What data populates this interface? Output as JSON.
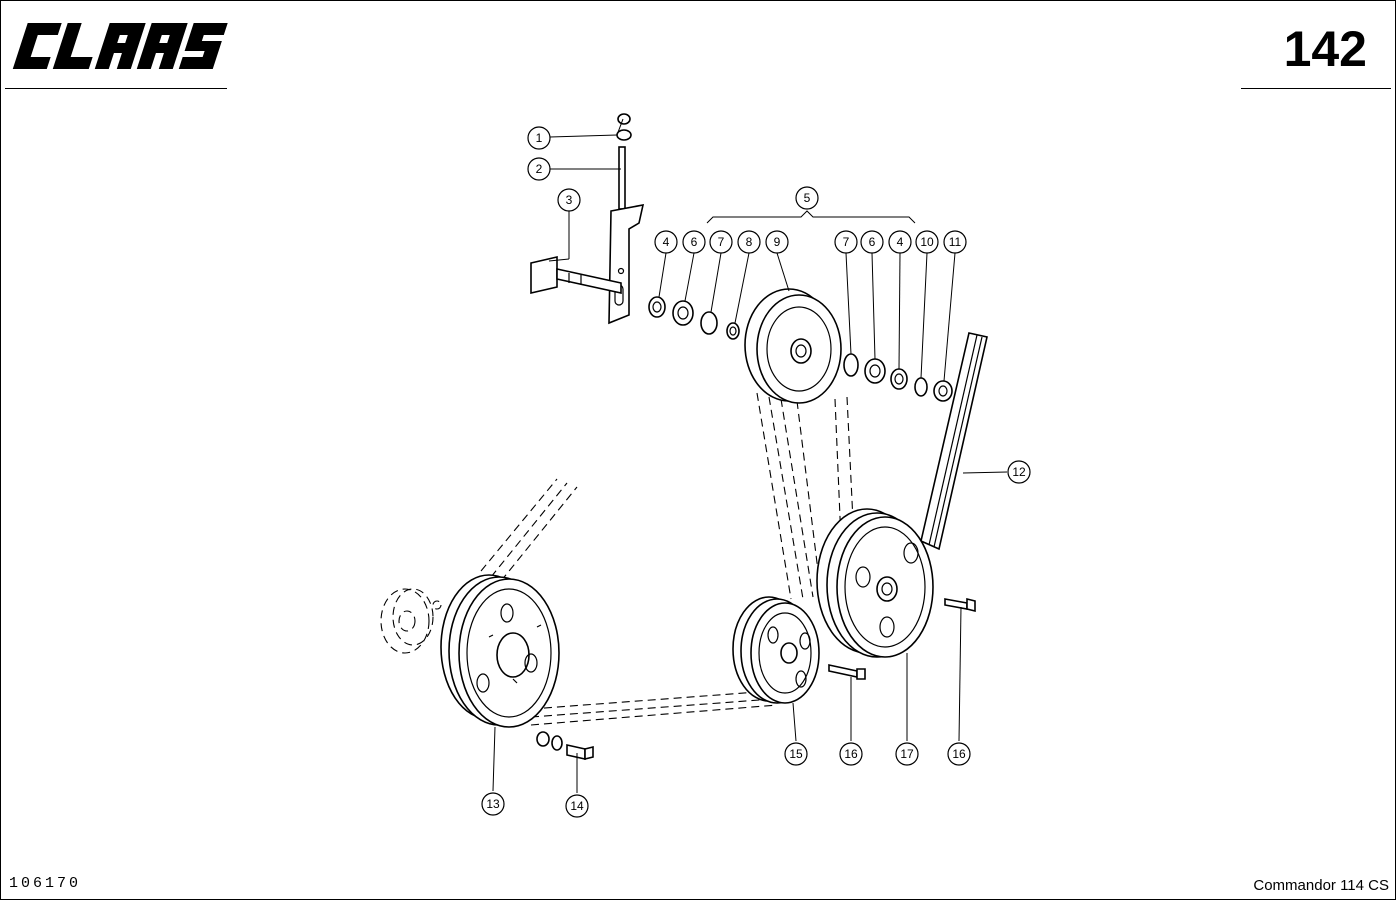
{
  "header": {
    "logo_text": "CLAAS",
    "page_number": "142"
  },
  "footer": {
    "drawing_number": "106170",
    "model_name": "Commandor 114 CS"
  },
  "callouts": [
    {
      "id": "c1",
      "label": "1"
    },
    {
      "id": "c2",
      "label": "2"
    },
    {
      "id": "c3",
      "label": "3"
    },
    {
      "id": "c4a",
      "label": "4"
    },
    {
      "id": "c6a",
      "label": "6"
    },
    {
      "id": "c7a",
      "label": "7"
    },
    {
      "id": "c8",
      "label": "8"
    },
    {
      "id": "c9",
      "label": "9"
    },
    {
      "id": "c5",
      "label": "5"
    },
    {
      "id": "c7b",
      "label": "7"
    },
    {
      "id": "c6b",
      "label": "6"
    },
    {
      "id": "c4b",
      "label": "4"
    },
    {
      "id": "c10",
      "label": "10"
    },
    {
      "id": "c11",
      "label": "11"
    },
    {
      "id": "c12",
      "label": "12"
    },
    {
      "id": "c13",
      "label": "13"
    },
    {
      "id": "c14",
      "label": "14"
    },
    {
      "id": "c15",
      "label": "15"
    },
    {
      "id": "c16a",
      "label": "16"
    },
    {
      "id": "c17",
      "label": "17"
    },
    {
      "id": "c16b",
      "label": "16"
    }
  ]
}
